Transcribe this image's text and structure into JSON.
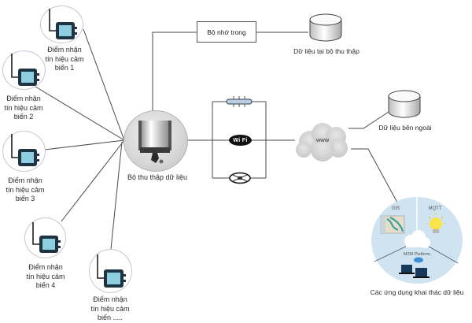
{
  "sensors": [
    {
      "label_lines": [
        "Điểm nhận",
        "tín hiệu cảm",
        "biến 1"
      ]
    },
    {
      "label_lines": [
        "Điểm nhận",
        "tín hiệu cảm",
        "biến 2"
      ]
    },
    {
      "label_lines": [
        "Điểm nhận",
        "tín hiệu cảm",
        "biến 3"
      ]
    },
    {
      "label_lines": [
        "Điểm nhận",
        "tín hiệu cảm",
        "biến 4"
      ]
    },
    {
      "label_lines": [
        "Điểm nhận",
        "tín hiệu cảm",
        "biến ....."
      ]
    }
  ],
  "collector": {
    "label": "Bộ thu thập dữ liệu",
    "icon": "data-logger-icon"
  },
  "memory": {
    "label": "Bộ nhớ trong"
  },
  "local_db": {
    "label": "Dữ liệu tại bộ thu thập",
    "icon": "database-icon"
  },
  "connections": [
    {
      "name": "ethernet",
      "icon": "ethernet-icon"
    },
    {
      "name": "wifi",
      "icon": "wifi-icon",
      "text": "Wi Fi"
    },
    {
      "name": "cellular",
      "icon": "cellular-3g-icon"
    }
  ],
  "internet": {
    "label": "www",
    "icon": "cloud-icon"
  },
  "external_db": {
    "label": "Dữ liệu bên ngoài",
    "icon": "database-icon"
  },
  "applications": {
    "label": "Các ứng dụng khai thác dữ liệu",
    "segments": [
      {
        "label": "GIS",
        "icon": "map-icon"
      },
      {
        "label": "MQTT",
        "icon": "lightbulb-icon"
      },
      {
        "label": "M2M Platform",
        "icon": "laptops-icon"
      }
    ]
  },
  "colors": {
    "line": "#4a4a4a",
    "app_circle": "#cfe3f1",
    "device_body": "#1f3442",
    "device_screen": "#7fc3d8",
    "bulb": "#f7e34a"
  }
}
